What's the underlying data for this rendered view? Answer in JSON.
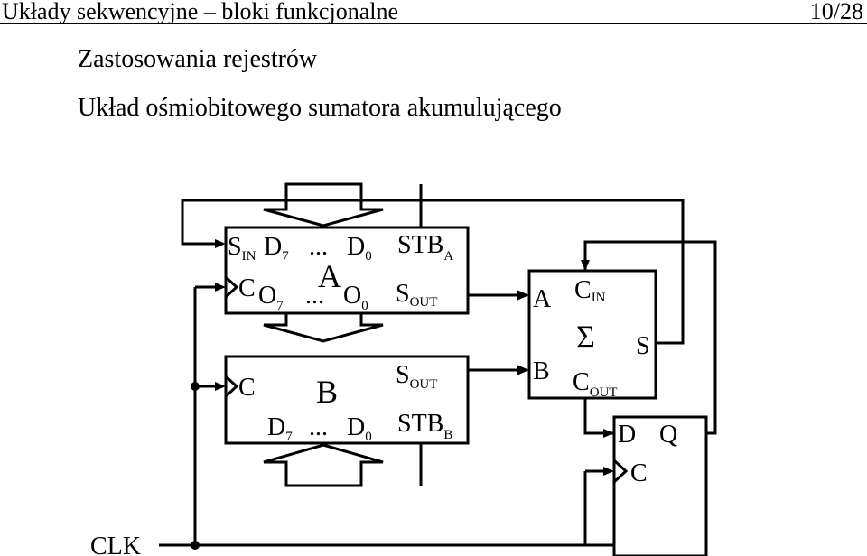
{
  "header": {
    "title": "Układy sekwencyjne – bloki funkcjonalne",
    "page": "10/28"
  },
  "subtitle": "Zastosowania rejestrów",
  "description": "Układ ośmiobitowego sumatora akumulującego",
  "diagram": {
    "register_a": {
      "sin": "S",
      "sin_sub": "IN",
      "d7": "D",
      "d7_sub": "7",
      "dots1": "...",
      "d0": "D",
      "d0_sub": "0",
      "stb": "STB",
      "stb_sub": "A",
      "clock": "C",
      "name": "A",
      "o7": "O",
      "o7_sub": "7",
      "dots2": "...",
      "o0": "O",
      "o0_sub": "0",
      "sout": "S",
      "sout_sub": "OUT"
    },
    "register_b": {
      "clock": "C",
      "name": "B",
      "sout": "S",
      "sout_sub": "OUT",
      "d7": "D",
      "d7_sub": "7",
      "dots": "...",
      "d0": "D",
      "d0_sub": "0",
      "stb": "STB",
      "stb_sub": "B"
    },
    "adder": {
      "a": "A",
      "b": "B",
      "cin": "C",
      "cin_sub": "IN",
      "sigma": "Σ",
      "s": "S",
      "cout": "C",
      "cout_sub": "OUT"
    },
    "flipflop": {
      "d": "D",
      "q": "Q",
      "c": "C"
    },
    "clk_label": "CLK"
  }
}
